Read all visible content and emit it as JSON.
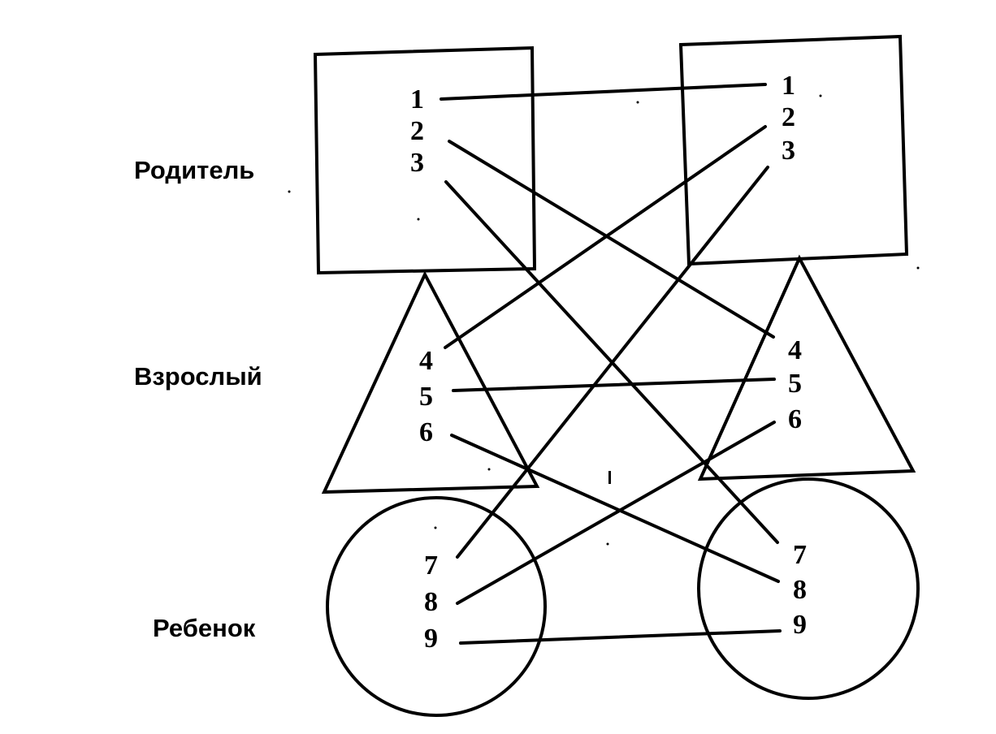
{
  "labels": {
    "parent": "Родитель",
    "adult": "Взрослый",
    "child": "Ребенок"
  },
  "left": {
    "parent": [
      "1",
      "2",
      "3"
    ],
    "adult": [
      "4",
      "5",
      "6"
    ],
    "child": [
      "7",
      "8",
      "9"
    ]
  },
  "right": {
    "parent": [
      "1",
      "2",
      "3"
    ],
    "adult": [
      "4",
      "5",
      "6"
    ],
    "child": [
      "7",
      "8",
      "9"
    ]
  },
  "connections": [
    {
      "from": "left.1",
      "to": "right.1"
    },
    {
      "from": "left.2",
      "to": "right.4"
    },
    {
      "from": "left.3",
      "to": "right.7"
    },
    {
      "from": "right.2",
      "to": "left.4"
    },
    {
      "from": "right.3",
      "to": "left.7"
    },
    {
      "from": "left.5",
      "to": "right.5"
    },
    {
      "from": "left.6",
      "to": "right.8"
    },
    {
      "from": "right.6",
      "to": "left.8"
    },
    {
      "from": "left.9",
      "to": "right.9"
    }
  ]
}
